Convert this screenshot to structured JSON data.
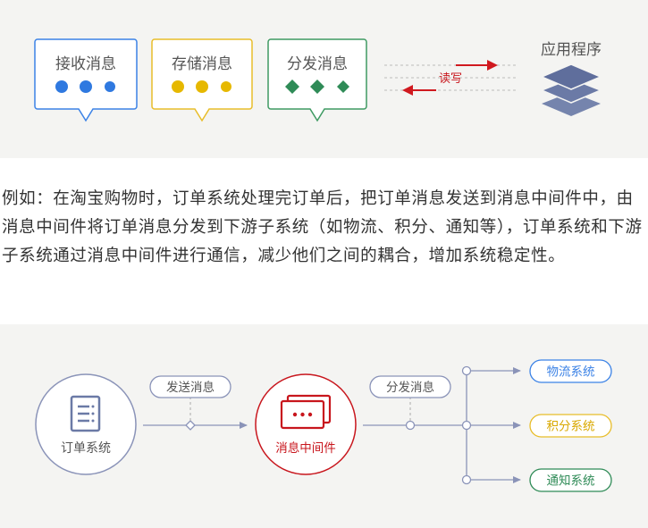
{
  "top": {
    "bubbles": [
      {
        "label": "接收消息",
        "color": "#3b82e6",
        "dot": "#2f79e0",
        "shape": "circle"
      },
      {
        "label": "存储消息",
        "color": "#e8bd2a",
        "dot": "#e6b800",
        "shape": "circle"
      },
      {
        "label": "分发消息",
        "color": "#3e9a62",
        "dot": "#2f8b57",
        "shape": "diamond"
      }
    ],
    "rw_label": "读写",
    "app_label": "应用程序",
    "arrow_color": "#d0191f",
    "stack_color": "#6b7aa6"
  },
  "paragraph": "例如：在淘宝购物时，订单系统处理完订单后，把订单消息发送到消息中间件中，由消息中间件将订单消息分发到下游子系统（如物流、积分、通知等），订单系统和下游子系统通过消息中间件进行通信，减少他们之间的耦合，增加系统稳定性。",
  "bottom": {
    "order_system": "订单系统",
    "send_label": "发送消息",
    "middleware": "消息中间件",
    "dispatch_label": "分发消息",
    "targets": [
      {
        "label": "物流系统",
        "color": "#3b82e6"
      },
      {
        "label": "积分系统",
        "color": "#e8bd2a"
      },
      {
        "label": "通知系统",
        "color": "#2f8b57"
      }
    ],
    "line_color": "#8a93b8",
    "red": "#c8161d"
  }
}
